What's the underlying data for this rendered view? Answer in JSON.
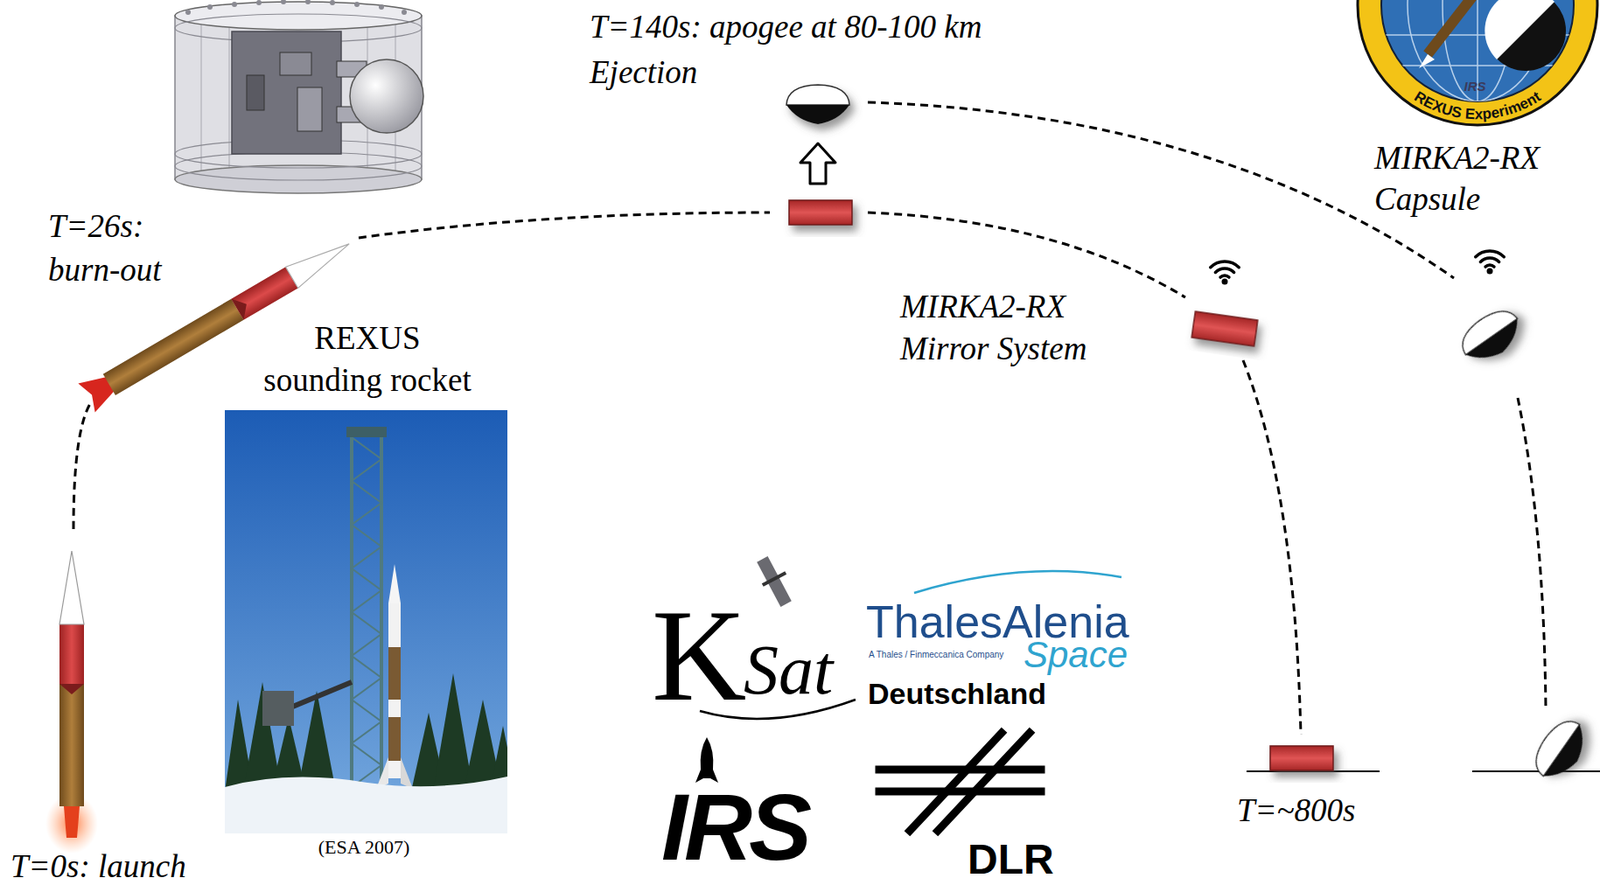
{
  "diagram": {
    "labels": [
      "T=140s: apogee at 80-100 km",
      "Ejection",
      "REXUS Experiment",
      "IRS",
      "T=26s:",
      "burn-out",
      "MIRKA2-RX",
      "Capsule",
      "REXUS",
      "sounding rocket",
      "MIRKA2-RX",
      "Mirror System",
      "(ESA 2007)",
      "K",
      "Sat",
      "ThalesAlenia",
      "A Thales / Finmeccanica Company",
      "Space",
      "Deutschland",
      "IRS",
      "DLR",
      "T=~800s",
      "T=0s: launch"
    ]
  }
}
